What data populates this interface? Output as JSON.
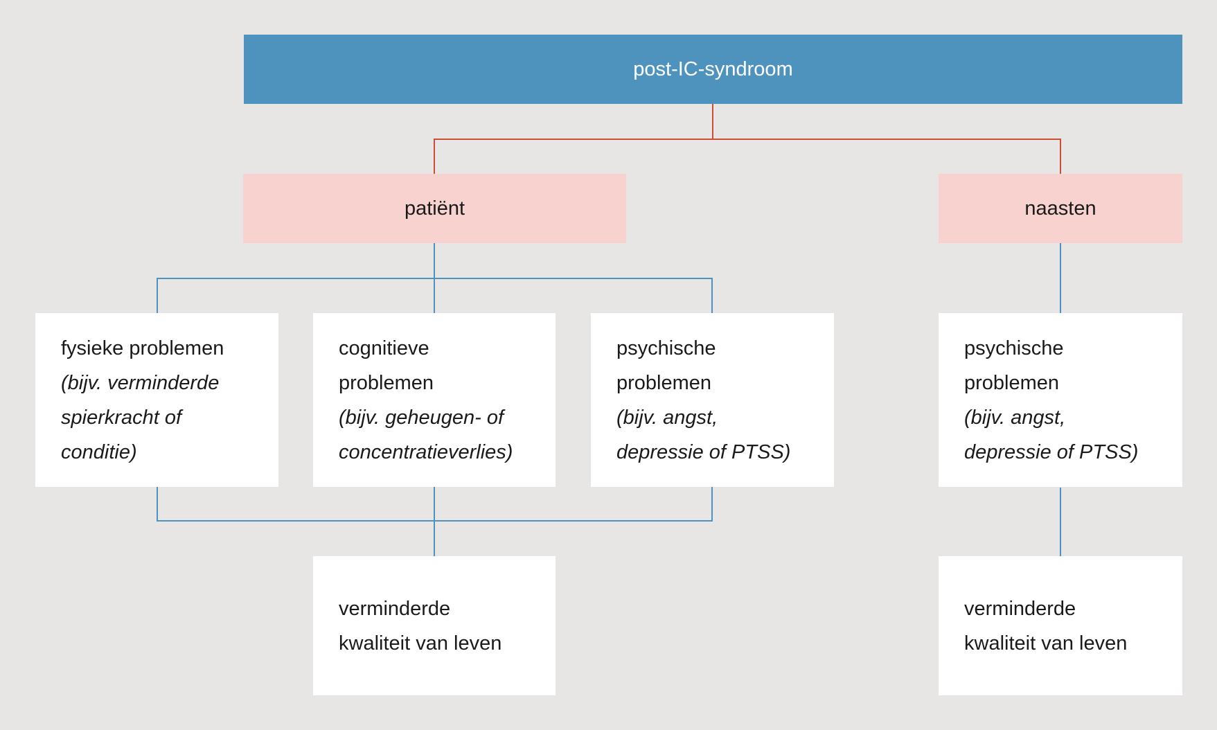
{
  "diagram": {
    "title": "post-IC-syndroom",
    "colors": {
      "background": "#e7e6e4",
      "root_fill": "#4e93bd",
      "root_text": "#ffffff",
      "group_fill": "#f8d2ce",
      "leaf_fill": "#ffffff",
      "text": "#1a1a1a",
      "connector_red": "#cd4c33",
      "connector_blue": "#4e93bd"
    },
    "nodes": {
      "root": {
        "label": "post-IC-syndroom"
      },
      "patient": {
        "label": "patiënt"
      },
      "naasten": {
        "label": "naasten"
      },
      "fysiek": {
        "lines": [
          {
            "text": "fysieke problemen",
            "italic": false
          },
          {
            "text": "(bijv. verminderde",
            "italic": true
          },
          {
            "text": "spierkracht of",
            "italic": true
          },
          {
            "text": "conditie)",
            "italic": true
          }
        ]
      },
      "cognitief": {
        "lines": [
          {
            "text": "cognitieve",
            "italic": false
          },
          {
            "text": "problemen",
            "italic": false
          },
          {
            "text": "(bijv. geheugen- of",
            "italic": true
          },
          {
            "text": "concentratieverlies)",
            "italic": true
          }
        ]
      },
      "psychisch_patient": {
        "lines": [
          {
            "text": "psychische",
            "italic": false
          },
          {
            "text": "problemen",
            "italic": false
          },
          {
            "text": "(bijv. angst,",
            "italic": true
          },
          {
            "text": "depressie of PTSS)",
            "italic": true
          }
        ]
      },
      "psychisch_naasten": {
        "lines": [
          {
            "text": "psychische",
            "italic": false
          },
          {
            "text": "problemen",
            "italic": false
          },
          {
            "text": "(bijv. angst,",
            "italic": true
          },
          {
            "text": "depressie of PTSS)",
            "italic": true
          }
        ]
      },
      "kwaliteit_patient": {
        "lines": [
          {
            "text": "verminderde",
            "italic": false
          },
          {
            "text": "kwaliteit van leven",
            "italic": false
          }
        ]
      },
      "kwaliteit_naasten": {
        "lines": [
          {
            "text": "verminderde",
            "italic": false
          },
          {
            "text": "kwaliteit van leven",
            "italic": false
          }
        ]
      }
    }
  }
}
